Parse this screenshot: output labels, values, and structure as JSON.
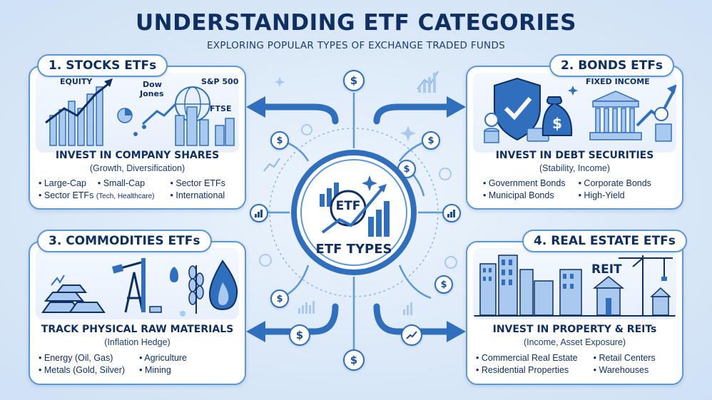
{
  "header": {
    "title": "UNDERSTANDING ETF CATEGORIES",
    "subtitle": "EXPLORING POPULAR TYPES OF EXCHANGE TRADED FUNDS"
  },
  "center": {
    "emblem_text": "ETF",
    "label": "ETF TYPES",
    "coin_symbol": "$"
  },
  "cards": {
    "stocks": {
      "badge": "1. STOCKS ETFs",
      "hero_labels": [
        "EQUITY",
        "Dow",
        "Jones",
        "S&P 500",
        "FTSE"
      ],
      "heading": "INVEST IN COMPANY SHARES",
      "paren": "(Growth, Diversification)",
      "bullets": [
        "Large-Cap",
        "Small-Cap",
        "Sector ETFs",
        "International"
      ],
      "sector_detail": "(Tech, Healthcare)"
    },
    "bonds": {
      "badge": "2. BONDS ETFs",
      "hero_labels": [
        "FIXED INCOME"
      ],
      "heading": "INVEST IN DEBT SECURITIES",
      "paren": "(Stability, Income)",
      "bullets": [
        "Government Bonds",
        "Corporate Bonds",
        "Municipal Bonds",
        "High-Yield"
      ]
    },
    "commodities": {
      "badge": "3. COMMODITIES ETFs",
      "heading": "TRACK PHYSICAL RAW MATERIALS",
      "paren": "(Inflation Hedge)",
      "bullets": [
        "Energy (Oil, Gas)",
        "Agriculture",
        "Metals (Gold, Silver)",
        "Mining"
      ]
    },
    "realestate": {
      "badge": "4. REAL ESTATE ETFs",
      "hero_labels": [
        "REIT"
      ],
      "heading": "INVEST IN PROPERTY & REITs",
      "paren": "(Income, Asset Exposure)",
      "bullets": [
        "Commercial Real Estate",
        "Retail Centers",
        "Residential Properties",
        "Warehouses"
      ]
    }
  },
  "colors": {
    "navy": "#0f2f63",
    "accent": "#2f6fbd",
    "light_accent": "#5d97d6",
    "fill_light": "#a9c9ee"
  }
}
